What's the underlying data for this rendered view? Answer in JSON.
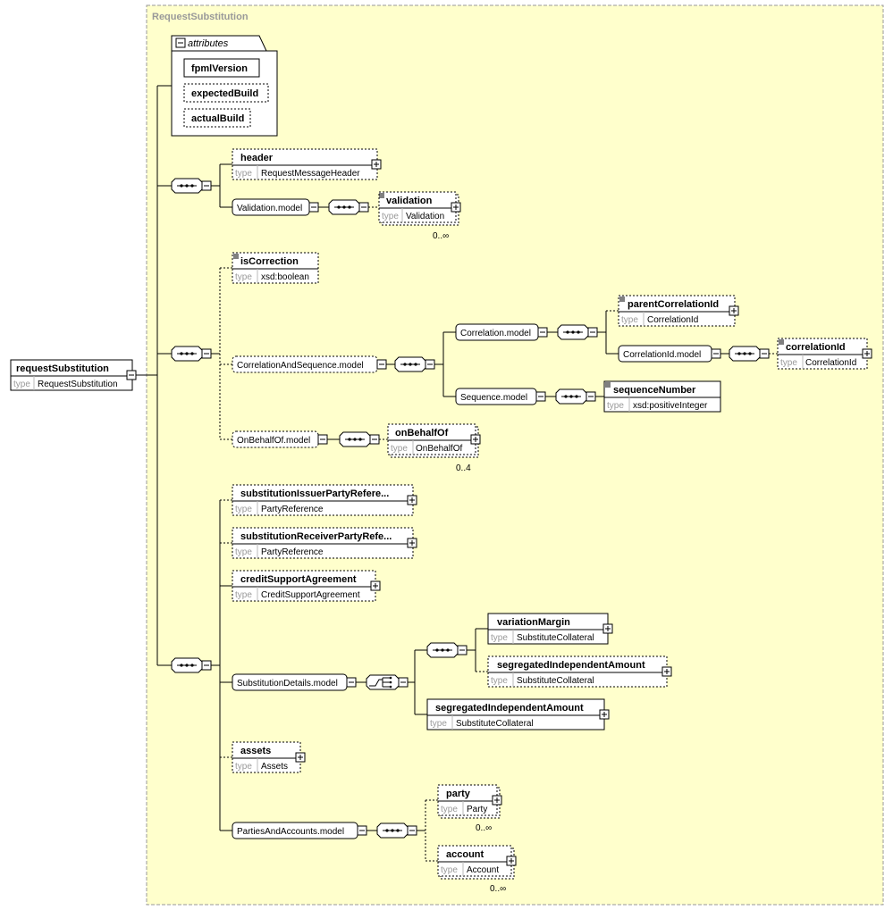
{
  "diagram": {
    "complex_type_label": "RequestSubstitution",
    "attributes_label": "attributes",
    "attributes": [
      "fpmlVersion",
      "expectedBuild",
      "actualBuild"
    ],
    "type_prefix": "type",
    "root": {
      "name": "requestSubstitution",
      "type": "RequestSubstitution"
    },
    "elements": {
      "header": {
        "name": "header",
        "type": "RequestMessageHeader"
      },
      "validation": {
        "name": "validation",
        "type": "Validation",
        "occurs": "0..∞"
      },
      "isCorrection": {
        "name": "isCorrection",
        "type": "xsd:boolean"
      },
      "parentCorrelationId": {
        "name": "parentCorrelationId",
        "type": "CorrelationId"
      },
      "correlationId": {
        "name": "correlationId",
        "type": "CorrelationId"
      },
      "sequenceNumber": {
        "name": "sequenceNumber",
        "type": "xsd:positiveInteger"
      },
      "onBehalfOf": {
        "name": "onBehalfOf",
        "type": "OnBehalfOf",
        "occurs": "0..4"
      },
      "issuer": {
        "name": "substitutionIssuerPartyRefere...",
        "type": "PartyReference"
      },
      "receiver": {
        "name": "substitutionReceiverPartyRefe...",
        "type": "PartyReference"
      },
      "csa": {
        "name": "creditSupportAgreement",
        "type": "CreditSupportAgreement"
      },
      "variationMargin": {
        "name": "variationMargin",
        "type": "SubstituteCollateral"
      },
      "segOptional": {
        "name": "segregatedIndependentAmount",
        "type": "SubstituteCollateral"
      },
      "segRequired": {
        "name": "segregatedIndependentAmount",
        "type": "SubstituteCollateral"
      },
      "assets": {
        "name": "assets",
        "type": "Assets"
      },
      "party": {
        "name": "party",
        "type": "Party",
        "occurs": "0..∞"
      },
      "account": {
        "name": "account",
        "type": "Account",
        "occurs": "0..∞"
      }
    },
    "groups": {
      "validationModel": "Validation.model",
      "correlationAndSequence": "CorrelationAndSequence.model",
      "correlationModel": "Correlation.model",
      "correlationIdModel": "CorrelationId.model",
      "sequenceModel": "Sequence.model",
      "onBehalfOfModel": "OnBehalfOf.model",
      "substitutionDetails": "SubstitutionDetails.model",
      "partiesAndAccounts": "PartiesAndAccounts.model"
    }
  }
}
